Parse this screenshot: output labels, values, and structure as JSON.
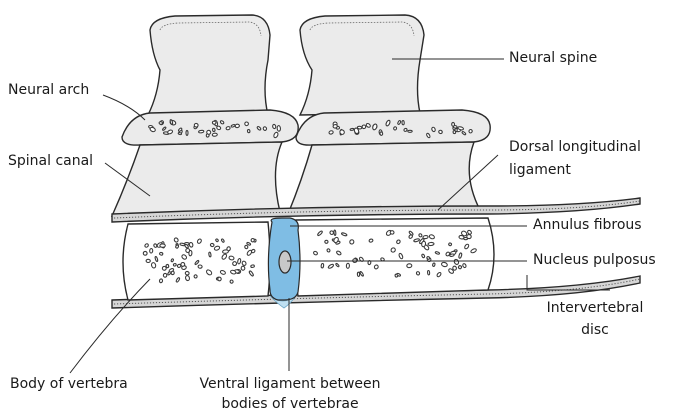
{
  "labels": {
    "neural_arch": "Neural arch",
    "spinal_canal": "Spinal canal",
    "neural_spine": "Neural spine",
    "dorsal_longitudinal_ligament_1": "Dorsal longitudinal",
    "dorsal_longitudinal_ligament_2": "ligament",
    "annulus_fibrous": "Annulus fibrous",
    "nucleus_pulposus": "Nucleus pulposus",
    "intervertebral_disc_1": "Intervertebral",
    "intervertebral_disc_2": "disc",
    "body_of_vertebra": "Body of vertebra",
    "ventral_ligament_1": "Ventral ligament between",
    "ventral_ligament_2": "bodies of vertebrae"
  },
  "colors": {
    "bone_fill": "#ebebeb",
    "ligament_fill": "#d6d6d6",
    "disc_blue": "#7fbde4",
    "nucleus_grey": "#c8c8c8",
    "outline": "#2a2a2a"
  }
}
